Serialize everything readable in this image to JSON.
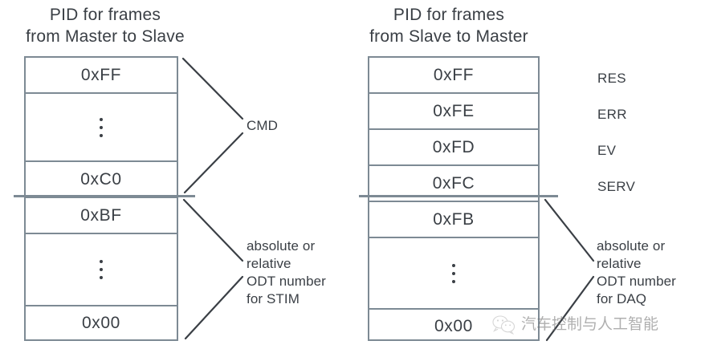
{
  "diagram": {
    "title_left": {
      "line1": "PID for frames",
      "line2": "from Master to Slave"
    },
    "title_right": {
      "line1": "PID for frames",
      "line2": "from Slave to Master"
    },
    "accent_border_color": "#7d8a94",
    "text_color": "#3a3f45",
    "leader_line_color": "#3a3f45",
    "background_color": "#ffffff"
  },
  "table_left": {
    "rows": [
      {
        "value": "0xFF",
        "kind": "value"
      },
      {
        "value": "⋮",
        "kind": "ellipsis"
      },
      {
        "value": "0xC0",
        "kind": "value"
      },
      {
        "value": "0xBF",
        "kind": "value"
      },
      {
        "value": "⋮",
        "kind": "ellipsis"
      },
      {
        "value": "0x00",
        "kind": "value"
      }
    ]
  },
  "table_right": {
    "rows": [
      {
        "value": "0xFF",
        "kind": "value"
      },
      {
        "value": "0xFE",
        "kind": "value"
      },
      {
        "value": "0xFD",
        "kind": "value"
      },
      {
        "value": "0xFC",
        "kind": "value"
      },
      {
        "value": "0xFB",
        "kind": "value"
      },
      {
        "value": "⋮",
        "kind": "ellipsis"
      },
      {
        "value": "0x00",
        "kind": "value"
      }
    ]
  },
  "side_labels": {
    "res": "RES",
    "err": "ERR",
    "ev": "EV",
    "serv": "SERV"
  },
  "annotations": {
    "cmd": "CMD",
    "stim": {
      "line1": "absolute or",
      "line2": "relative",
      "line3": "ODT number",
      "line4": "for STIM"
    },
    "daq": {
      "line1": "absolute or",
      "line2": "relative",
      "line3": "ODT number",
      "line4": "for DAQ"
    }
  },
  "watermark": {
    "text": "汽车控制与人工智能",
    "icon": "wechat-logo-icon"
  }
}
